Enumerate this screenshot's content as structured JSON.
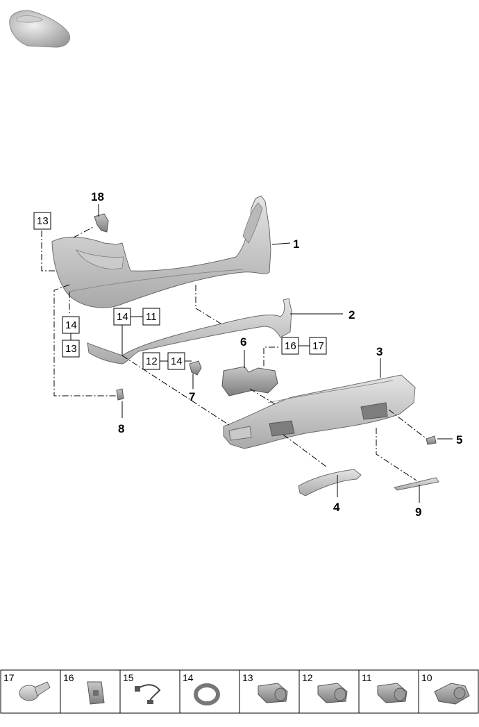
{
  "callouts": {
    "c1": "1",
    "c2": "2",
    "c3": "3",
    "c4": "4",
    "c5": "5",
    "c6": "6",
    "c7": "7",
    "c8": "8",
    "c9": "9",
    "c18": "18"
  },
  "boxes": {
    "b13_top": "13",
    "b14_left": "14",
    "b13_left": "13",
    "b14_mid": "14",
    "b11_mid": "11",
    "b12": "12",
    "b14_lower": "14",
    "b16": "16",
    "b17": "17"
  },
  "bottom_strip": [
    {
      "label": "17",
      "icon": "screw-icon"
    },
    {
      "label": "16",
      "icon": "clip-nut-icon"
    },
    {
      "label": "15",
      "icon": "wiring-harness-icon"
    },
    {
      "label": "14",
      "icon": "sensor-ring-icon"
    },
    {
      "label": "13",
      "icon": "parking-sensor-icon"
    },
    {
      "label": "12",
      "icon": "parking-sensor-icon"
    },
    {
      "label": "11",
      "icon": "parking-sensor-icon"
    },
    {
      "label": "10",
      "icon": "parking-sensor-icon"
    }
  ],
  "colors": {
    "part_light": "#d9d9d9",
    "part_mid": "#b4b4b4",
    "part_dark": "#8a8a8a"
  }
}
